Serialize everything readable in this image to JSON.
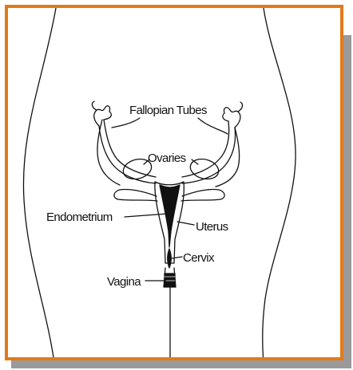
{
  "labels": {
    "fallopian_tubes": "Fallopian Tubes",
    "ovaries": "Ovaries",
    "endometrium": "Endometrium",
    "uterus": "Uterus",
    "cervix": "Cervix",
    "vagina": "Vagina"
  },
  "colors": {
    "frame_border": "#e07b1a",
    "shadow": "#9a9a9a",
    "ink": "#111111"
  }
}
